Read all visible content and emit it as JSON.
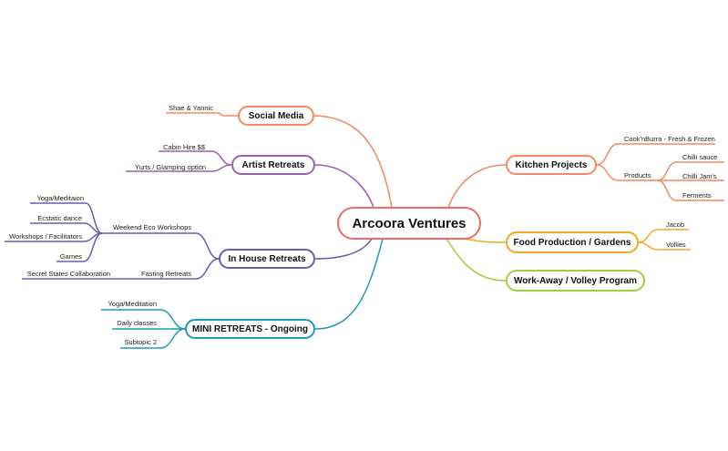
{
  "root": {
    "label": "Arcoora Ventures",
    "color": "#f06a6a"
  },
  "branches": {
    "social_media": {
      "label": "Social Media",
      "color": "#f4895f",
      "children": [
        "Shae & Yannic"
      ]
    },
    "artist_retreats": {
      "label": "Artist Retreats",
      "color": "#9b5fb0",
      "children": [
        "Cabin Hire $$",
        "Yurts / Glamping option"
      ]
    },
    "in_house_retreats": {
      "label": "In House Retreats",
      "color": "#6a5bb5",
      "weekend": {
        "label": "Weekend Eco Workshops",
        "children": [
          "Yoga/Meditaion",
          "Ecstatic dance",
          "Workshops / Facilitators",
          "Games"
        ]
      },
      "fasting": {
        "label": "Fasting Retreats",
        "children": [
          "Secret States Collaboration"
        ]
      }
    },
    "mini_retreats": {
      "label": "MINI RETREATS - Ongoing",
      "color": "#1f9bb5",
      "children": [
        "Yoga/Meditation",
        "Daily classes",
        "Subtopic 2"
      ]
    },
    "kitchen_projects": {
      "label": "Kitchen Projects",
      "color": "#f4895f",
      "cooknburra": "Cook'nBurra - Fresh & Frozen",
      "products": {
        "label": "Products",
        "children": [
          "Chilli sauce",
          "Chilli Jam's",
          "Ferments"
        ]
      }
    },
    "food_production": {
      "label": "Food Production / Gardens",
      "color": "#f5a623",
      "children": [
        "Jacob",
        "Vollies"
      ]
    },
    "work_away": {
      "label": "Work-Away / Volley Program",
      "color": "#a3cf3e"
    }
  }
}
